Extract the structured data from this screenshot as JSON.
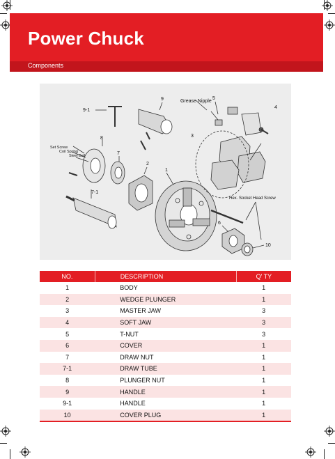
{
  "header": {
    "title": "Power Chuck",
    "subtitle": "Components"
  },
  "diagram": {
    "callouts": {
      "n9_1": "9-1",
      "n9": "9",
      "grease_nipple": "Grease Nipple",
      "n5": "5",
      "n4": "4",
      "n3": "3",
      "n8": "8",
      "set_screw": "Set Screw",
      "coil_spring": "Coil Spring",
      "steel_ball": "Steel Ball",
      "n7": "7",
      "n2": "2",
      "n1": "1",
      "n7_1": "7-1",
      "hex_socket": "Hex. Socket Head Screw",
      "n6": "6",
      "n10": "10"
    }
  },
  "table": {
    "headers": {
      "no": "NO.",
      "description": "DESCRIPTION",
      "qty": "Q' TY"
    },
    "rows": [
      {
        "no": "1",
        "description": "BODY",
        "qty": "1"
      },
      {
        "no": "2",
        "description": "WEDGE PLUNGER",
        "qty": "1"
      },
      {
        "no": "3",
        "description": "MASTER JAW",
        "qty": "3"
      },
      {
        "no": "4",
        "description": "SOFT JAW",
        "qty": "3"
      },
      {
        "no": "5",
        "description": "T-NUT",
        "qty": "3"
      },
      {
        "no": "6",
        "description": "COVER",
        "qty": "1"
      },
      {
        "no": "7",
        "description": "DRAW NUT",
        "qty": "1"
      },
      {
        "no": "7-1",
        "description": "DRAW TUBE",
        "qty": "1"
      },
      {
        "no": "8",
        "description": "PLUNGER NUT",
        "qty": "1"
      },
      {
        "no": "9",
        "description": "HANDLE",
        "qty": "1"
      },
      {
        "no": "9-1",
        "description": "HANDLE",
        "qty": "1"
      },
      {
        "no": "10",
        "description": "COVER PLUG",
        "qty": "1"
      }
    ]
  },
  "colors": {
    "brand_red": "#e31e24",
    "band_dark_red": "#c2151c",
    "row_tint": "#fbe3e3",
    "diagram_bg": "#ededed"
  }
}
